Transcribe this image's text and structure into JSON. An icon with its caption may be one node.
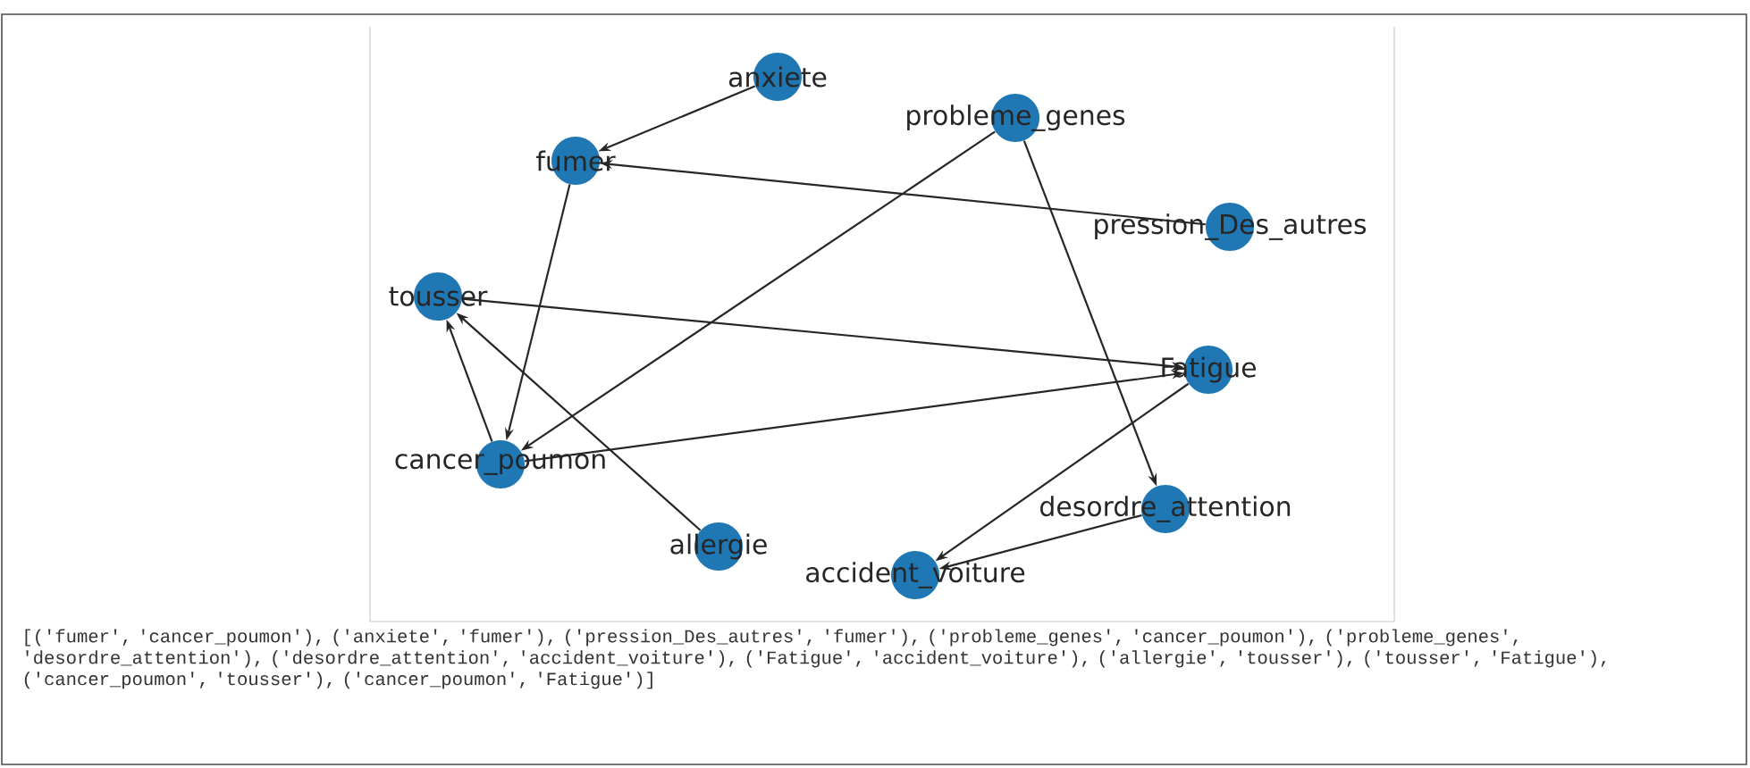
{
  "diagram": {
    "nodes": [
      {
        "text": [
          "anxiete"
        ]
      },
      {
        "text": [
          "fumer"
        ]
      },
      {
        "text": [
          "probleme_genes"
        ]
      },
      {
        "text": [
          "pression_Des_autres"
        ]
      },
      {
        "text": [
          "tousser"
        ]
      },
      {
        "text": [
          "Fatigue"
        ]
      },
      {
        "text": [
          "cancer_poumon"
        ]
      },
      {
        "text": [
          "desordre_attention"
        ]
      },
      {
        "text": [
          "allergie"
        ]
      },
      {
        "text": [
          "accident_voiture"
        ]
      }
    ],
    "edges": [
      {
        "from": 1,
        "to": 6,
        "arrow": "to"
      },
      {
        "from": 0,
        "to": 1,
        "arrow": "to"
      },
      {
        "from": 3,
        "to": 1,
        "arrow": "to"
      },
      {
        "from": 2,
        "to": 6,
        "arrow": "to"
      },
      {
        "from": 2,
        "to": 7,
        "arrow": "to"
      },
      {
        "from": 7,
        "to": 9,
        "arrow": "to"
      },
      {
        "from": 5,
        "to": 9,
        "arrow": "to"
      },
      {
        "from": 8,
        "to": 4,
        "arrow": "to"
      },
      {
        "from": 4,
        "to": 5,
        "arrow": "to"
      },
      {
        "from": 6,
        "to": 4,
        "arrow": "to"
      },
      {
        "from": 6,
        "to": 5,
        "arrow": "to"
      }
    ],
    "labels": [
      "[('fumer', 'cancer_poumon'), ('anxiete', 'fumer'), ('pression_Des_autres', 'fumer'), ('probleme_genes', 'cancer_poumon'), ('probleme_genes', 'desordre_attention'), ('desordre_attention', 'accident_voiture'), ('Fatigue', 'accident_voiture'), ('allergie', 'tousser'), ('tousser', 'Fatigue'), ('cancer_poumon', 'tousser'), ('cancer_poumon', 'Fatigue')]"
    ]
  }
}
